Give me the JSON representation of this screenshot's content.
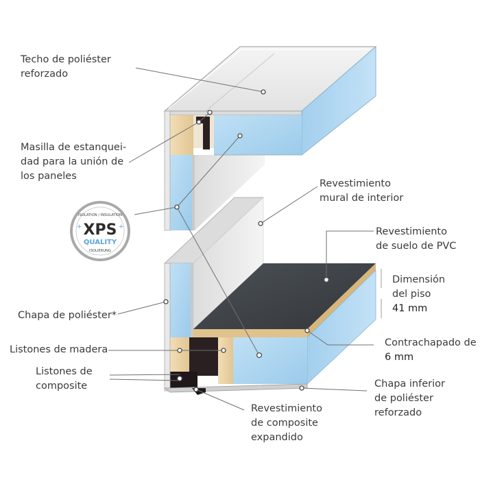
{
  "labels": {
    "roof": [
      "Techo de poliéster",
      "reforzado"
    ],
    "sealant": [
      "Masilla de estanquei-",
      "dad para la unión de",
      "los paneles"
    ],
    "wall_lining": [
      "Revestimiento",
      "mural de interior"
    ],
    "pvc_floor": [
      "Revestimiento",
      "de suelo de PVC"
    ],
    "floor_dimension": [
      "Dimensión",
      "del piso",
      "41 mm"
    ],
    "polyester_sheet": [
      "Chapa de poliéster*"
    ],
    "wood_battens": [
      "Listones de madera"
    ],
    "composite_battens": [
      "Listones de",
      "composite"
    ],
    "plywood": [
      "Contrachapado de",
      "6 mm"
    ],
    "bottom_sheet": [
      "Chapa inferior",
      "de poliéster",
      "reforzado"
    ],
    "expanded_composite": [
      "Revestimiento",
      "de composite",
      "expandido"
    ]
  },
  "badge": {
    "top_text": "ISOLATION / INSULATION",
    "main": "XPS",
    "sub": "QUALITY",
    "bottom_text": "ISOLIERUNG"
  },
  "colors": {
    "xps_blue": "#a9d2ee",
    "wood": "#ecd6ad",
    "composite": "#2a2022",
    "pvc": "#3e4347",
    "polyester": "#e8eaec"
  }
}
